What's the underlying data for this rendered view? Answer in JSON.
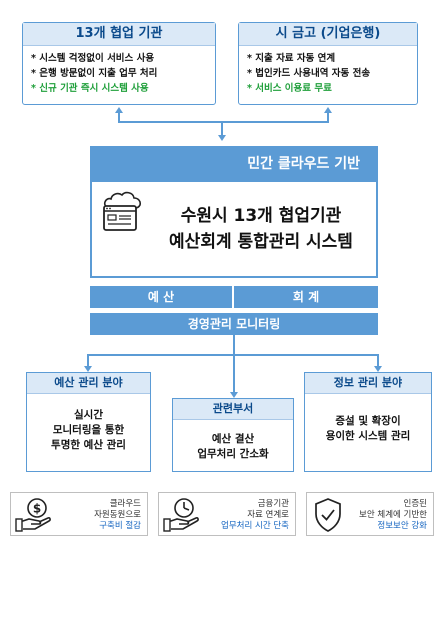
{
  "top_left": {
    "title": "13개 협업 기관",
    "bullets": [
      "* 시스템 걱정없이 서비스 사용",
      "* 은행 방문없이 지출 업무 처리",
      "* 신규 기관 즉시 시스템 사용"
    ]
  },
  "top_right": {
    "title": "시 금고 (기업은행)",
    "bullets": [
      "* 지출 자료 자동 연계",
      "* 법인카드 사용내역 자동 전송",
      "* 서비스 이용료 무료"
    ]
  },
  "center": {
    "cloud_label": "민간 클라우드 기반",
    "title_line1": "수원시 13개 협업기관",
    "title_line2": "예산회계 통합관리 시스템",
    "band_left": "예 산",
    "band_right": "회 계",
    "monitor_band": "경영관리 모니터링"
  },
  "bottom": {
    "left": {
      "title": "예산 관리 분야",
      "lines": [
        "실시간",
        "모니터링을 통한",
        "투명한 예산 관리"
      ]
    },
    "middle": {
      "title": "관련부서",
      "lines": [
        "예산 결산",
        "업무처리 간소화"
      ]
    },
    "right": {
      "title": "정보 관리 분야",
      "lines": [
        "증설 및 확장이",
        "용이한 시스템 관리"
      ]
    }
  },
  "cards": [
    {
      "icon": "hand-coin-icon",
      "line1": "클라우드",
      "line2": "자원동원으로",
      "line3": "구축비 절감"
    },
    {
      "icon": "hand-clock-icon",
      "line1": "금융기관",
      "line2": "자료 연계로",
      "line3": "업무처리 시간 단축"
    },
    {
      "icon": "shield-check-icon",
      "line1": "인증된",
      "line2": "보안 체계에 기반한",
      "line3": "정보보안 강화"
    }
  ],
  "colors": {
    "accent": "#5b9bd5",
    "title_blue": "#0b4a8b",
    "highlight_green": "#1f9f3a",
    "card_blue": "#1565c0"
  }
}
